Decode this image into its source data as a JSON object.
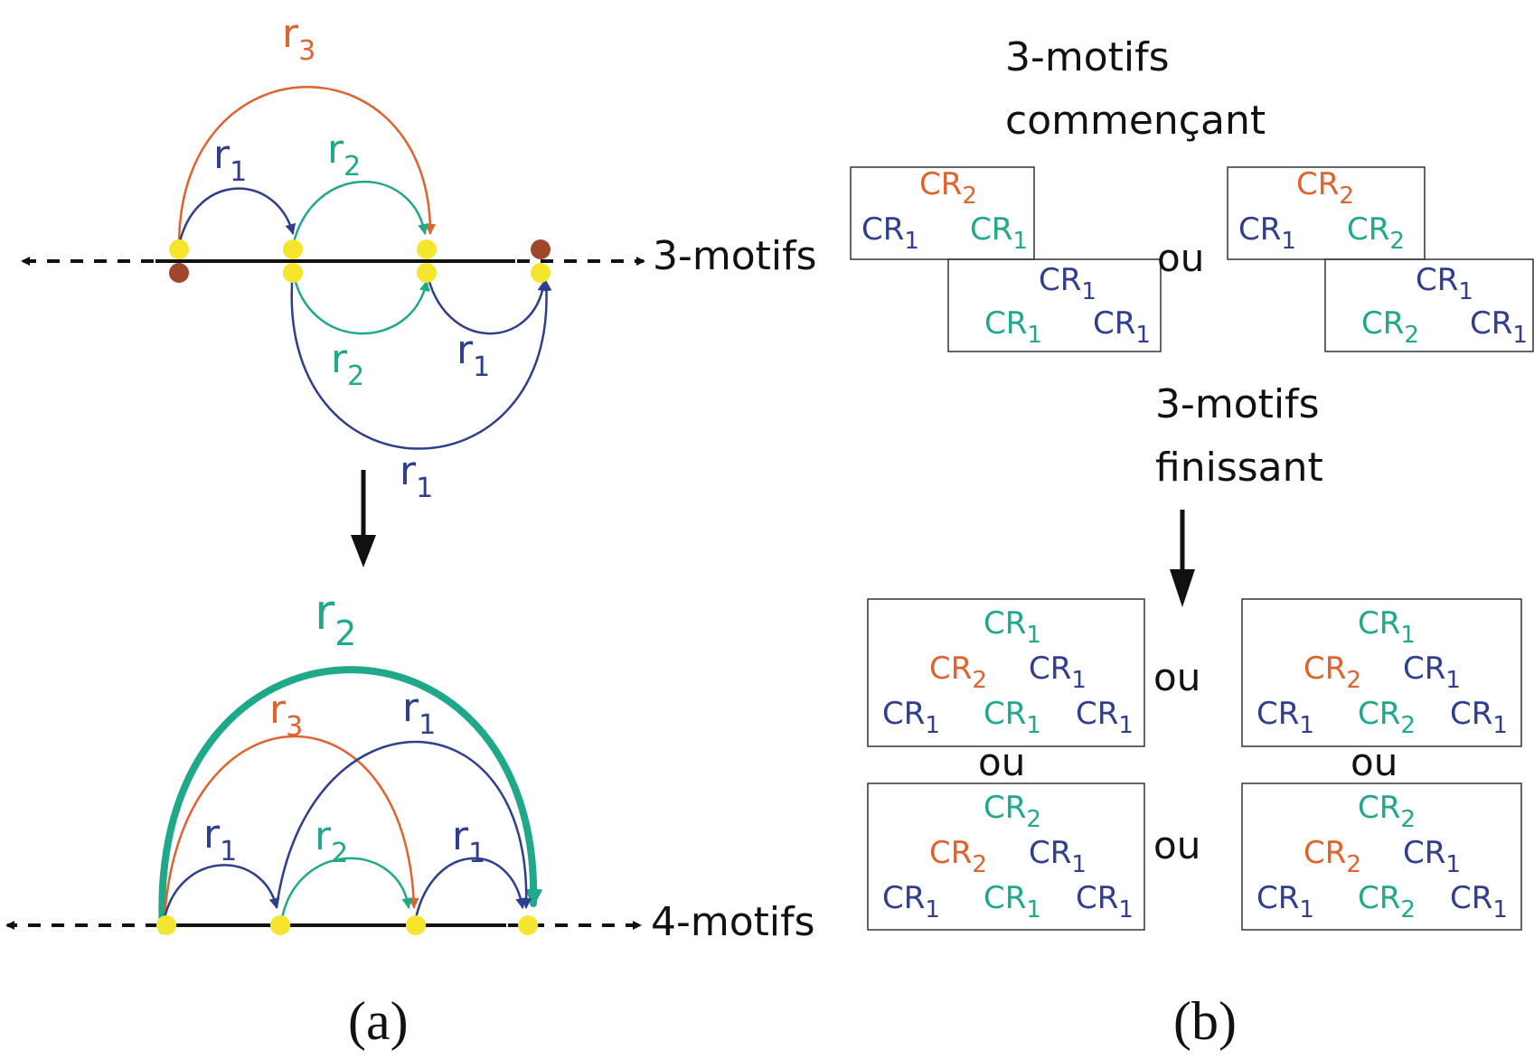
{
  "colors": {
    "orange": "#e0622d",
    "green": "#1fa98a",
    "blue": "#2f3e8f",
    "yellow": "#f5e52c",
    "brown": "#a0462a",
    "black": "#111111"
  },
  "panel_a": {
    "caption": "(a)",
    "top": {
      "axis_label": "3-motifs",
      "arcs_above": [
        {
          "label": "r",
          "sub": "3",
          "color": "orange"
        },
        {
          "label": "r",
          "sub": "1",
          "color": "blue"
        },
        {
          "label": "r",
          "sub": "2",
          "color": "green"
        }
      ],
      "arcs_below": [
        {
          "label": "r",
          "sub": "2",
          "color": "green"
        },
        {
          "label": "r",
          "sub": "1",
          "color": "blue"
        },
        {
          "label": "r",
          "sub": "1",
          "color": "blue"
        }
      ]
    },
    "bottom": {
      "axis_label": "4-motifs",
      "arcs": [
        {
          "label": "r",
          "sub": "2",
          "color": "green"
        },
        {
          "label": "r",
          "sub": "3",
          "color": "orange"
        },
        {
          "label": "r",
          "sub": "1",
          "color": "blue"
        },
        {
          "label": "r",
          "sub": "1",
          "color": "blue"
        },
        {
          "label": "r",
          "sub": "2",
          "color": "green"
        },
        {
          "label": "r",
          "sub": "1",
          "color": "blue"
        }
      ]
    }
  },
  "panel_b": {
    "caption": "(b)",
    "heading_start": [
      "3-motifs",
      "commençant"
    ],
    "heading_end": [
      "3-motifs",
      "finissant"
    ],
    "connector": "ou",
    "top_left": {
      "box1": [
        {
          "t": "CR",
          "s": "2",
          "c": "orange"
        },
        {
          "t": "CR",
          "s": "1",
          "c": "blue"
        },
        {
          "t": "CR",
          "s": "1",
          "c": "green"
        }
      ],
      "box2": [
        {
          "t": "CR",
          "s": "1",
          "c": "blue"
        },
        {
          "t": "CR",
          "s": "1",
          "c": "green"
        },
        {
          "t": "CR",
          "s": "1",
          "c": "blue"
        }
      ]
    },
    "top_right": {
      "box1": [
        {
          "t": "CR",
          "s": "2",
          "c": "orange"
        },
        {
          "t": "CR",
          "s": "1",
          "c": "blue"
        },
        {
          "t": "CR",
          "s": "2",
          "c": "green"
        }
      ],
      "box2": [
        {
          "t": "CR",
          "s": "1",
          "c": "blue"
        },
        {
          "t": "CR",
          "s": "2",
          "c": "green"
        },
        {
          "t": "CR",
          "s": "1",
          "c": "blue"
        }
      ]
    },
    "result_boxes": [
      [
        {
          "t": "CR",
          "s": "1",
          "c": "green"
        },
        {
          "t": "CR",
          "s": "2",
          "c": "orange"
        },
        {
          "t": "CR",
          "s": "1",
          "c": "blue"
        },
        {
          "t": "CR",
          "s": "1",
          "c": "blue"
        },
        {
          "t": "CR",
          "s": "1",
          "c": "green"
        },
        {
          "t": "CR",
          "s": "1",
          "c": "blue"
        }
      ],
      [
        {
          "t": "CR",
          "s": "1",
          "c": "green"
        },
        {
          "t": "CR",
          "s": "2",
          "c": "orange"
        },
        {
          "t": "CR",
          "s": "1",
          "c": "blue"
        },
        {
          "t": "CR",
          "s": "1",
          "c": "blue"
        },
        {
          "t": "CR",
          "s": "2",
          "c": "green"
        },
        {
          "t": "CR",
          "s": "1",
          "c": "blue"
        }
      ],
      [
        {
          "t": "CR",
          "s": "2",
          "c": "green"
        },
        {
          "t": "CR",
          "s": "2",
          "c": "orange"
        },
        {
          "t": "CR",
          "s": "1",
          "c": "blue"
        },
        {
          "t": "CR",
          "s": "1",
          "c": "blue"
        },
        {
          "t": "CR",
          "s": "1",
          "c": "green"
        },
        {
          "t": "CR",
          "s": "1",
          "c": "blue"
        }
      ],
      [
        {
          "t": "CR",
          "s": "2",
          "c": "green"
        },
        {
          "t": "CR",
          "s": "2",
          "c": "orange"
        },
        {
          "t": "CR",
          "s": "1",
          "c": "blue"
        },
        {
          "t": "CR",
          "s": "1",
          "c": "blue"
        },
        {
          "t": "CR",
          "s": "2",
          "c": "green"
        },
        {
          "t": "CR",
          "s": "1",
          "c": "blue"
        }
      ]
    ]
  }
}
